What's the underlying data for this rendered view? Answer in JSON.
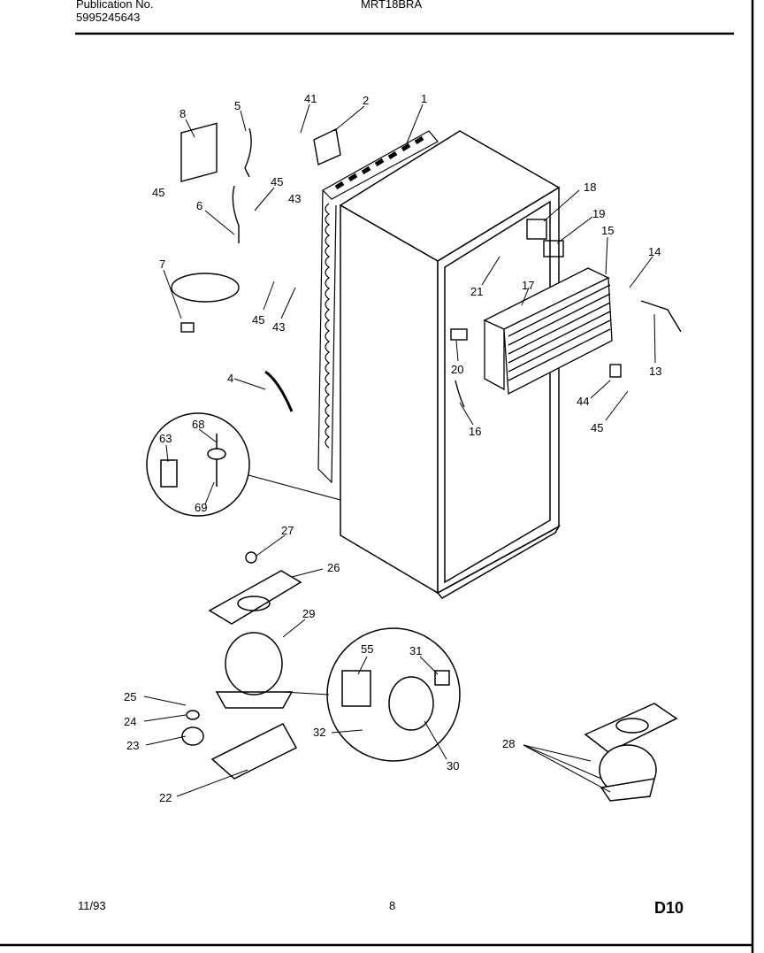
{
  "header": {
    "publication_label": "Publication No.",
    "publication_number": "5995245643",
    "model": "MRT18BRA"
  },
  "footer": {
    "date": "11/93",
    "page": "8",
    "code": "D10"
  },
  "callouts": [
    "1",
    "2",
    "4",
    "5",
    "6",
    "7",
    "8",
    "13",
    "14",
    "15",
    "16",
    "17",
    "18",
    "19",
    "20",
    "21",
    "22",
    "23",
    "24",
    "25",
    "26",
    "27",
    "28",
    "29",
    "30",
    "31",
    "32",
    "41",
    "43",
    "44",
    "45",
    "55",
    "63",
    "68",
    "69"
  ]
}
